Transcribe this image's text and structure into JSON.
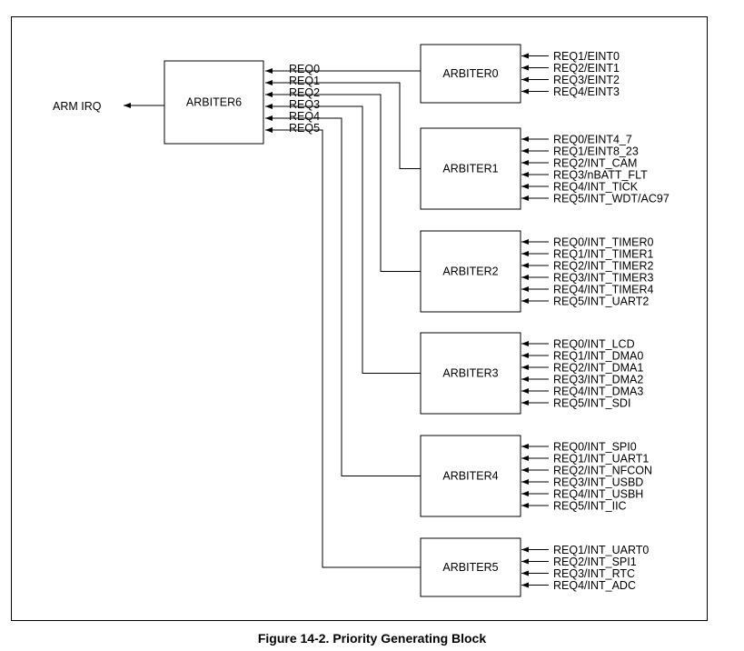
{
  "caption": "Figure 14-2. Priority Generating Block",
  "output_label": "ARM IRQ",
  "top_arbiter": {
    "name": "ARBITER6",
    "inputs": [
      "REQ0",
      "REQ1",
      "REQ2",
      "REQ3",
      "REQ4",
      "REQ5"
    ]
  },
  "arbiters": [
    {
      "name": "ARBITER0",
      "inputs": [
        "REQ1/EINT0",
        "REQ2/EINT1",
        "REQ3/EINT2",
        "REQ4/EINT3"
      ]
    },
    {
      "name": "ARBITER1",
      "inputs": [
        "REQ0/EINT4_7",
        "REQ1/EINT8_23",
        "REQ2/INT_CAM",
        "REQ3/nBATT_FLT",
        "REQ4/INT_TICK",
        "REQ5/INT_WDT/AC97"
      ]
    },
    {
      "name": "ARBITER2",
      "inputs": [
        "REQ0/INT_TIMER0",
        "REQ1/INT_TIMER1",
        "REQ2/INT_TIMER2",
        "REQ3/INT_TIMER3",
        "REQ4/INT_TIMER4",
        "REQ5/INT_UART2"
      ]
    },
    {
      "name": "ARBITER3",
      "inputs": [
        "REQ0/INT_LCD",
        "REQ1/INT_DMA0",
        "REQ2/INT_DMA1",
        "REQ3/INT_DMA2",
        "REQ4/INT_DMA3",
        "REQ5/INT_SDI"
      ]
    },
    {
      "name": "ARBITER4",
      "inputs": [
        "REQ0/INT_SPI0",
        "REQ1/INT_UART1",
        "REQ2/INT_NFCON",
        "REQ3/INT_USBD",
        "REQ4/INT_USBH",
        "REQ5/INT_IIC"
      ]
    },
    {
      "name": "ARBITER5",
      "inputs": [
        "REQ1/INT_UART0",
        "REQ2/INT_SPI1",
        "REQ3/INT_RTC",
        "REQ4/INT_ADC"
      ]
    }
  ]
}
